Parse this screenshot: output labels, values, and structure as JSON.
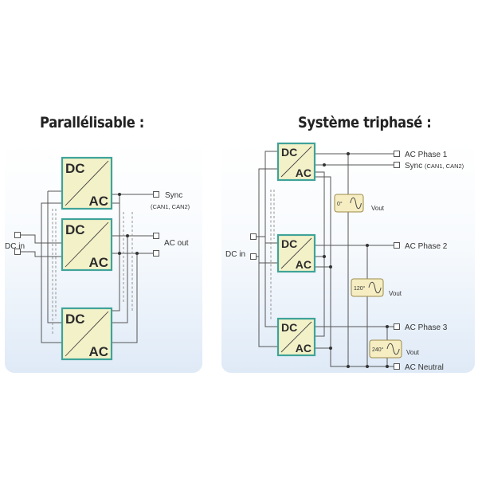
{
  "left": {
    "title": "Parallélisable :",
    "dc_in": "DC in",
    "sync_label": "Sync",
    "sync_sub": "(CAN1, CAN2)",
    "ac_out": "AC out",
    "converters": [
      {
        "top": "DC",
        "bottom": "AC"
      },
      {
        "top": "DC",
        "bottom": "AC"
      },
      {
        "top": "DC",
        "bottom": "AC"
      }
    ]
  },
  "right": {
    "title": "Système triphasé :",
    "dc_in": "DC in",
    "outputs": [
      {
        "label": "AC Phase 1",
        "sub": ""
      },
      {
        "label": "Sync",
        "sub": "(CAN1, CAN2)"
      },
      {
        "label": "AC Phase 2",
        "sub": ""
      },
      {
        "label": "AC Phase 3",
        "sub": ""
      },
      {
        "label": "AC Neutral",
        "sub": ""
      }
    ],
    "phases": [
      {
        "angle": "0°",
        "vout": "Vout"
      },
      {
        "angle": "120°",
        "vout": "Vout"
      },
      {
        "angle": "240°",
        "vout": "Vout"
      }
    ],
    "converters": [
      {
        "top": "DC",
        "bottom": "AC"
      },
      {
        "top": "DC",
        "bottom": "AC"
      },
      {
        "top": "DC",
        "bottom": "AC"
      }
    ]
  },
  "colors": {
    "converter_fill": "#f3f1c8",
    "converter_border": "#3fa399",
    "wire": "#555555",
    "wire_dashed": "#888888",
    "phase_box_fill": "#f6eec2",
    "phase_box_border": "#9c8a4a"
  }
}
